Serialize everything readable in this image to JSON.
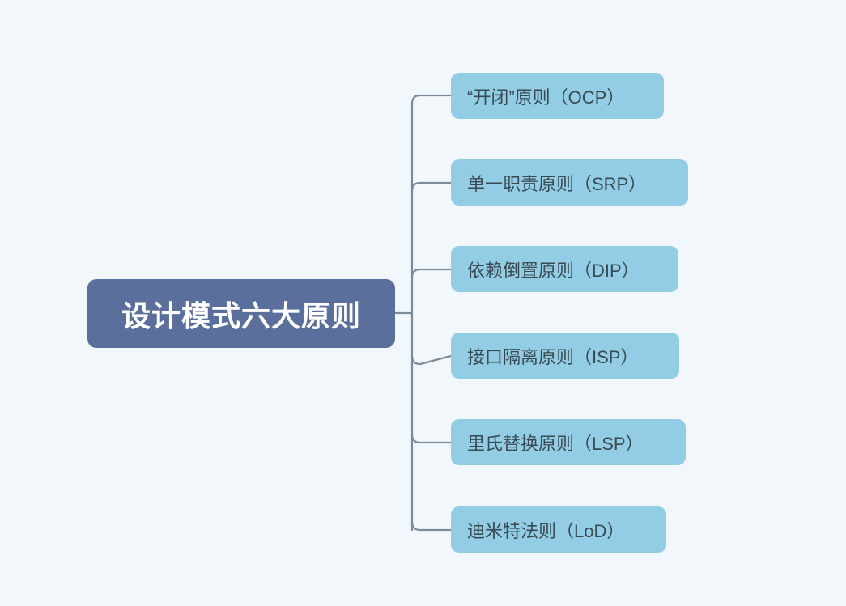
{
  "diagram": {
    "type": "mindmap",
    "title": "设计模式六大原则",
    "background_color": "#f2f7fc",
    "connector_color": "#7d8a99",
    "root": {
      "label": "设计模式六大原则",
      "fill_color": "#5a6f9c",
      "text_color": "#ffffff"
    },
    "children": [
      {
        "label": "“开闭”原则（OCP）",
        "fill_color": "#92cde5",
        "text_color": "#3a4a52"
      },
      {
        "label": "单一职责原则（SRP）",
        "fill_color": "#92cde5",
        "text_color": "#3a4a52"
      },
      {
        "label": "依赖倒置原则（DIP）",
        "fill_color": "#92cde5",
        "text_color": "#3a4a52"
      },
      {
        "label": "接口隔离原则（ISP）",
        "fill_color": "#92cde5",
        "text_color": "#3a4a52"
      },
      {
        "label": "里氏替换原则（LSP）",
        "fill_color": "#92cde5",
        "text_color": "#3a4a52"
      },
      {
        "label": "迪米特法则（LoD）",
        "fill_color": "#92cde5",
        "text_color": "#3a4a52"
      }
    ]
  }
}
